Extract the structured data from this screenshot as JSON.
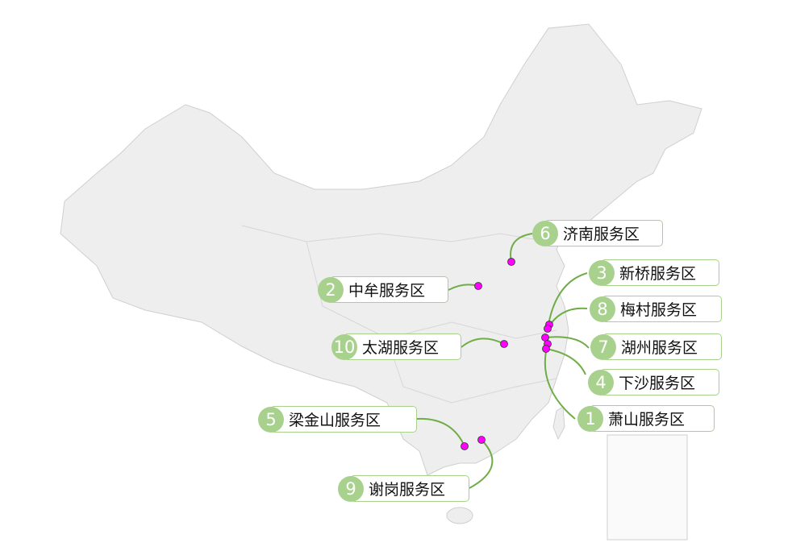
{
  "title": "服务区分布图",
  "colors": {
    "map_fill": "#eeeeee",
    "map_border": "#cfcfcf",
    "point": "#ff00ff",
    "leader": "#70ad47",
    "badge": "#a9d18e"
  },
  "labels": [
    {
      "num": "1",
      "name": "萧山服务区"
    },
    {
      "num": "2",
      "name": "中牟服务区"
    },
    {
      "num": "3",
      "name": "新桥服务区"
    },
    {
      "num": "4",
      "name": "下沙服务区"
    },
    {
      "num": "5",
      "name": "梁金山服务区"
    },
    {
      "num": "6",
      "name": "济南服务区"
    },
    {
      "num": "7",
      "name": "湖州服务区"
    },
    {
      "num": "8",
      "name": "梅村服务区"
    },
    {
      "num": "9",
      "name": "谢岗服务区"
    },
    {
      "num": "10",
      "name": "太湖服务区"
    }
  ]
}
